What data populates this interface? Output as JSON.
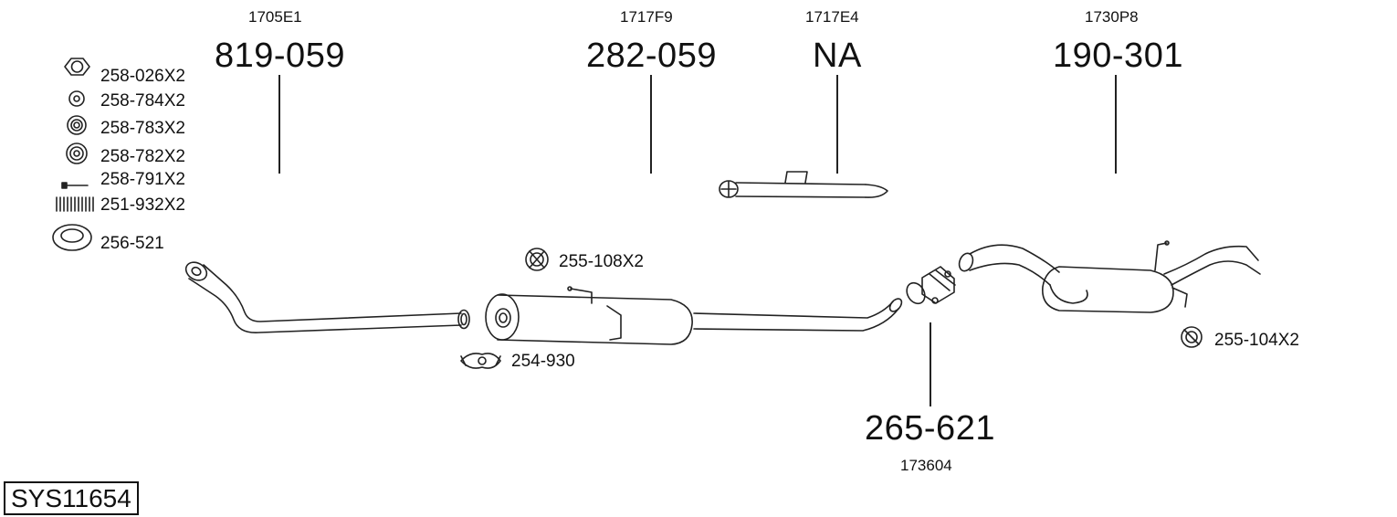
{
  "parts": {
    "front_pipe": {
      "oe_ref": "1705E1",
      "part_no": "819-059"
    },
    "center_box": {
      "oe_ref": "1717F9",
      "part_no": "282-059"
    },
    "connector": {
      "oe_ref": "1717E4",
      "part_no": "NA"
    },
    "rear_box": {
      "oe_ref": "1730P8",
      "part_no": "190-301"
    },
    "clamp_assy": {
      "oe_ref": "173604",
      "part_no": "265-621"
    }
  },
  "accessories": [
    {
      "label": "258-026X2",
      "icon": "nut-icon"
    },
    {
      "label": "258-784X2",
      "icon": "washer-icon"
    },
    {
      "label": "258-783X2",
      "icon": "spring-washer-icon"
    },
    {
      "label": "258-782X2",
      "icon": "stud-nut-icon"
    },
    {
      "label": "258-791X2",
      "icon": "bolt-icon"
    },
    {
      "label": "251-932X2",
      "icon": "spring-icon"
    },
    {
      "label": "256-521",
      "icon": "gasket-ring-icon"
    }
  ],
  "fittings": {
    "hanger_center": "255-108X2",
    "clamp": "254-930",
    "hanger_rear": "255-104X2"
  },
  "system_code": "SYS11654"
}
